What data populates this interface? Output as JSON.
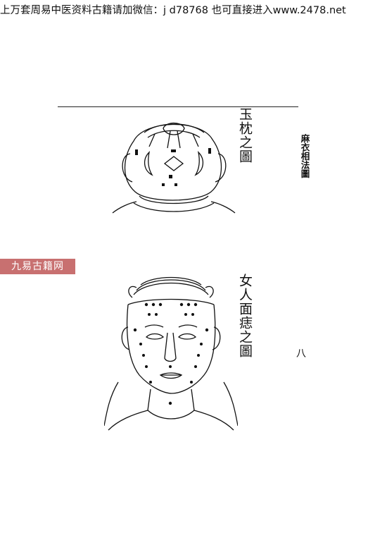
{
  "watermark": {
    "text": "上万套周易中医资料古籍请加微信：j d78768  也可直接进入www.2478.net"
  },
  "page": {
    "book_title": "麻衣相法圖",
    "page_number": "八"
  },
  "figures": {
    "top": {
      "caption": "玉枕之圖"
    },
    "bottom": {
      "caption": "女人面痣之圖"
    }
  },
  "site_stamp": {
    "text": "九易古籍网"
  },
  "colors": {
    "ink": "#111111",
    "stamp": "#c87070"
  }
}
